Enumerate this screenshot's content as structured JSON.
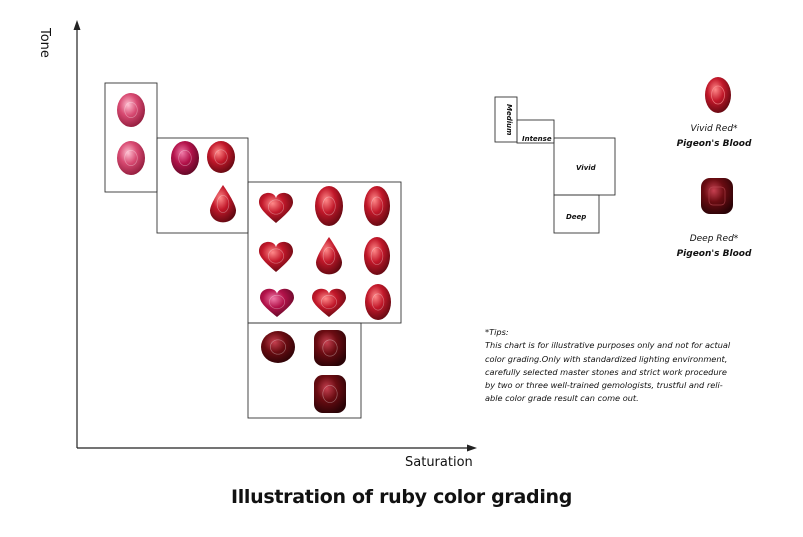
{
  "axes": {
    "y_label": "Tone",
    "x_label": "Saturation"
  },
  "title": "Illustration of ruby color grading",
  "grade_boxes": [
    "Medium",
    "Intense",
    "Vivid",
    "Deep"
  ],
  "legend": {
    "vivid": {
      "line1": "Vivid Red*",
      "line2": "Pigeon's Blood",
      "color": "#b3121c"
    },
    "deep": {
      "line1": "Deep Red*",
      "line2": "Pigeon's Blood",
      "color": "#6e0d12"
    }
  },
  "tips": {
    "heading": "*Tips:",
    "lines": [
      "This chart is for illustrative purposes only and not for actual",
      "color grading.Only with standardized lighting environment,",
      "carefully selected master stones and strict work procedure",
      "by two or three well-trained gemologists, trustful and reli-",
      "able color grade result can come out."
    ]
  },
  "stone_colors": {
    "pink": "#d6426a",
    "magenta": "#b3124a",
    "red": "#c2182a",
    "dark": "#6b0c12"
  }
}
